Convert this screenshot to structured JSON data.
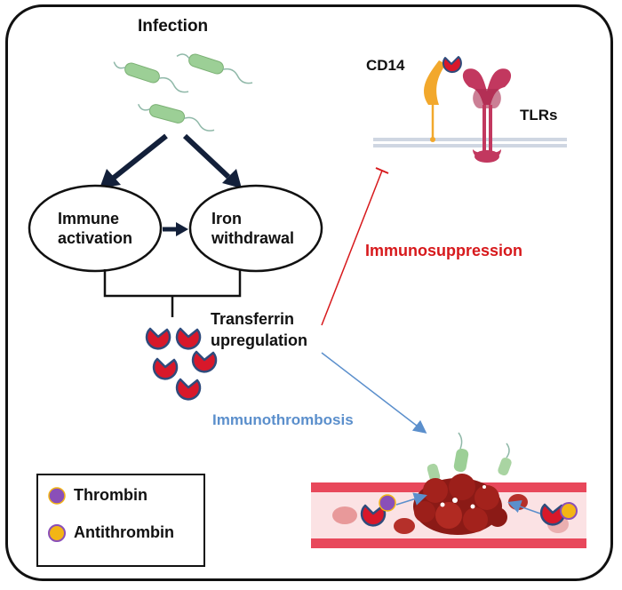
{
  "labels": {
    "infection": "Infection",
    "immune_line1": "Immune",
    "immune_line2": "activation",
    "iron_line1": "Iron",
    "iron_line2": "withdrawal",
    "transferrin_line1": "Transferrin",
    "transferrin_line2": "upregulation",
    "cd14": "CD14",
    "tlrs": "TLRs",
    "immunosuppression": "Immunosuppression",
    "immunothrombosis": "Immunothrombosis"
  },
  "legend": {
    "thrombin": "Thrombin",
    "antithrombin": "Antithrombin"
  },
  "colors": {
    "immunosuppression": "#d7191c",
    "immunothrombosis": "#5b8fcc",
    "transferrin": "#d8182a",
    "transferrin_outline": "#2f4b7c",
    "thrombin": "#8a4fb8",
    "antithrombin": "#f3b515",
    "bacteria": "#8cc68a",
    "cd14": "#f2a82c",
    "tlr": "#c2385f",
    "vessel": "#e8485b"
  }
}
